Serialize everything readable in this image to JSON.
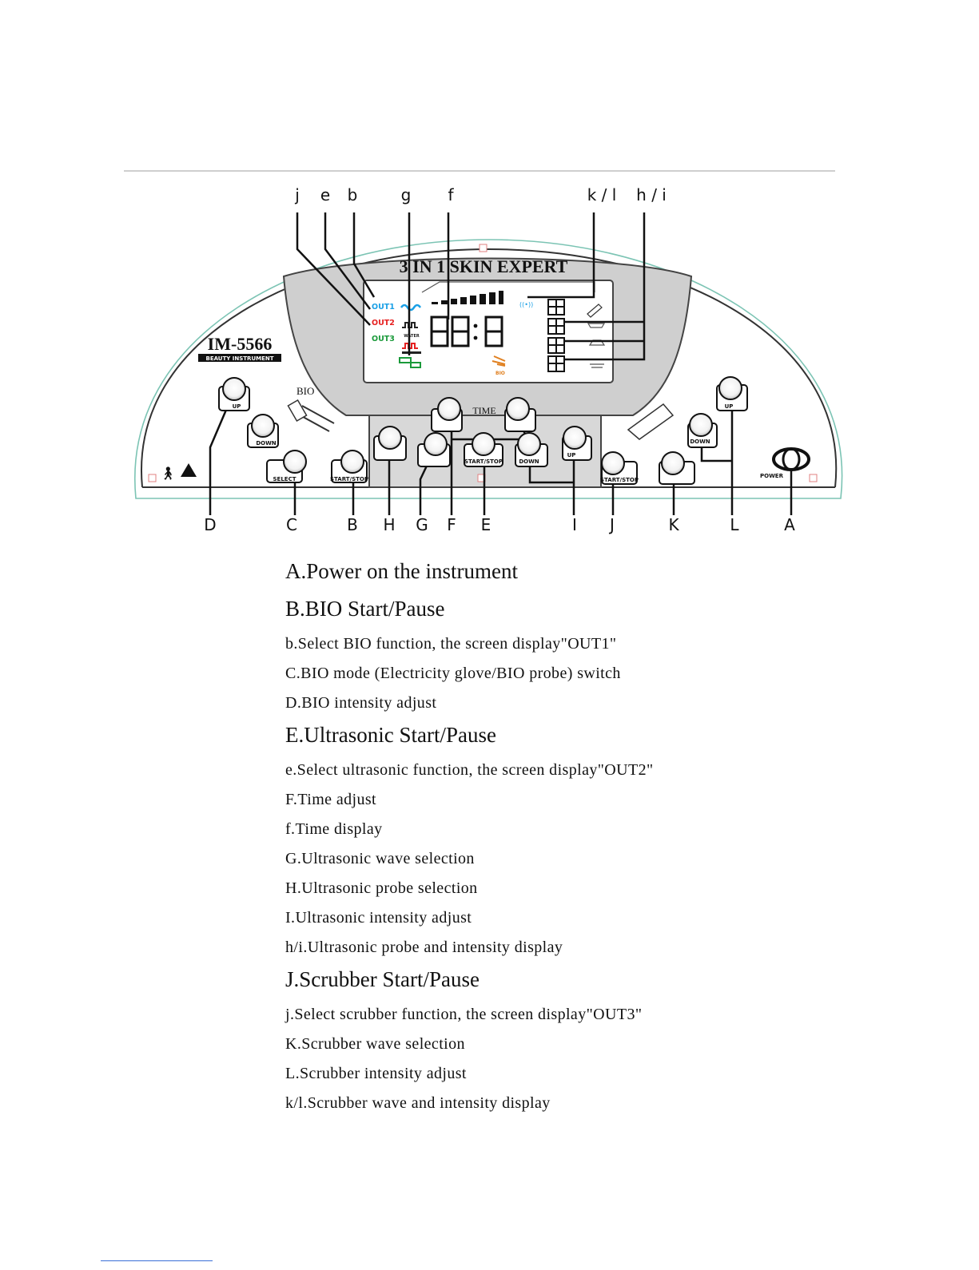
{
  "panel": {
    "title": "3 IN 1 SKIN EXPERT",
    "model": "IM-5566",
    "model_sub": "BEAUTY INSTRUMENT",
    "bio_label": "BIO",
    "time_label": "TIME",
    "power_label": "POWER",
    "lcd": {
      "out1": "OUT1",
      "out2": "OUT2",
      "out3": "OUT3",
      "time": "88:88",
      "water": "WATER",
      "bio": "BIO"
    },
    "buttons": {
      "up": "UP",
      "down": "DOWN",
      "select": "SELECT",
      "start_stop": "START/STOP"
    },
    "colors": {
      "out1": "#1aa0e6",
      "out2": "#e62020",
      "out3": "#1a9a3a",
      "accent": "#e08020",
      "panel_fill": "#d0d0d0",
      "edge": "#7cc4b4"
    }
  },
  "callouts_top": [
    "j",
    "e",
    "b",
    "g",
    "f",
    "k / l",
    "h / i"
  ],
  "callouts_bottom": [
    "D",
    "C",
    "B",
    "H",
    "G",
    "F",
    "E",
    "I",
    "J",
    "K",
    "L",
    "A"
  ],
  "descriptions": [
    {
      "text": "A.Power on the instrument",
      "size": "big"
    },
    {
      "text": "B.BIO Start/Pause",
      "size": "big"
    },
    {
      "text": "b.Select BIO function, the screen display\"OUT1\"",
      "size": "small"
    },
    {
      "text": "C.BIO mode (Electricity glove/BIO probe) switch",
      "size": "small"
    },
    {
      "text": "D.BIO intensity adjust",
      "size": "small"
    },
    {
      "text": "E.Ultrasonic  Start/Pause",
      "size": "big"
    },
    {
      "text": "e.Select ultrasonic function, the screen display\"OUT2\"",
      "size": "small"
    },
    {
      "text": "F.Time adjust",
      "size": "small"
    },
    {
      "text": "f.Time display",
      "size": "small"
    },
    {
      "text": "G.Ultrasonic wave selection",
      "size": "small"
    },
    {
      "text": "H.Ultrasonic probe selection",
      "size": "small"
    },
    {
      "text": "I.Ultrasonic intensity adjust",
      "size": "small"
    },
    {
      "text": "h/i.Ultrasonic probe and intensity display",
      "size": "small"
    },
    {
      "text": "J.Scrubber Start/Pause",
      "size": "big"
    },
    {
      "text": "j.Select scrubber function, the screen display\"OUT3\"",
      "size": "small"
    },
    {
      "text": "K.Scrubber wave selection",
      "size": "small"
    },
    {
      "text": "L.Scrubber intensity adjust",
      "size": "small"
    },
    {
      "text": "k/l.Scrubber wave and intensity display",
      "size": "small"
    }
  ]
}
